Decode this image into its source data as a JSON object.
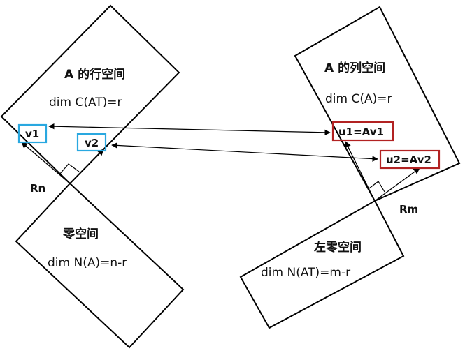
{
  "diagram": {
    "row_space": {
      "title": "A 的行空间",
      "dim": "dim C(AT)=r"
    },
    "null_space": {
      "title": "零空间",
      "dim": "dim N(A)=n-r"
    },
    "column_space": {
      "title": "A 的列空间",
      "dim": "dim C(A)=r"
    },
    "left_null_space": {
      "title": "左零空间",
      "dim": "dim N(AT)=m-r"
    },
    "spaces": {
      "rn": "Rn",
      "rm": "Rm"
    },
    "vectors": {
      "v1": "v1",
      "v2": "v2",
      "u1": "u1=Av1",
      "u2": "u2=Av2"
    },
    "colors": {
      "v_box": "#29a8e0",
      "u_box": "#b22222",
      "line": "#000000"
    }
  }
}
